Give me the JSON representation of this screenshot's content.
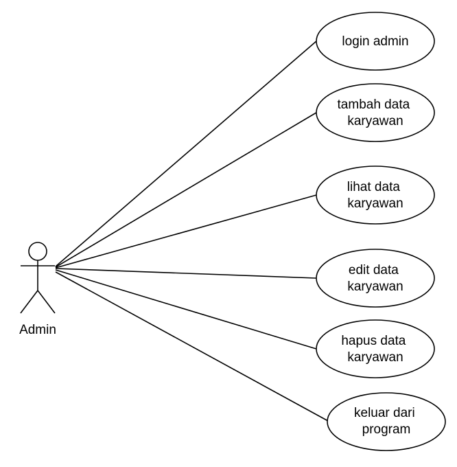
{
  "actor": {
    "label": "Admin"
  },
  "use_cases": [
    {
      "id": "login-admin",
      "lines": [
        "login admin"
      ]
    },
    {
      "id": "tambah-data-karyawan",
      "lines": [
        "tambah data",
        "karyawan"
      ]
    },
    {
      "id": "lihat-data-karyawan",
      "lines": [
        "lihat data",
        "karyawan"
      ]
    },
    {
      "id": "edit-data-karyawan",
      "lines": [
        "edit data",
        "karyawan"
      ]
    },
    {
      "id": "hapus-data-karyawan",
      "lines": [
        "hapus data",
        "karyawan"
      ]
    },
    {
      "id": "keluar-dari-program",
      "lines": [
        "keluar dari",
        "program"
      ]
    }
  ],
  "colors": {
    "stroke": "#000000",
    "fill": "#ffffff",
    "text": "#000000"
  }
}
